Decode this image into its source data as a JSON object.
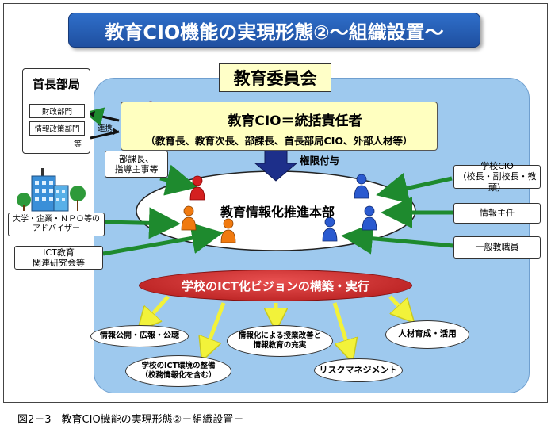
{
  "title": "教育CIO機能の実現形態②～組織設置～",
  "board": {
    "title": "教育委員会"
  },
  "cio": {
    "main": "教育CIO＝統括責任者",
    "sub": "（教育長、教育次長、部課長、首長部局CIO、外部人材等）"
  },
  "mayor": {
    "title": "首長部局",
    "dept1": "財政部門",
    "dept2": "情報政策部門",
    "etc": "等",
    "link": "連携"
  },
  "authority": "権限付与",
  "center": {
    "label": "教育情報化推進本部"
  },
  "left_labels": {
    "managers": "部課長、\n指導主事等",
    "advisors": "大学・企業・ＮＰＯ等の\nアドバイザー",
    "ict_research": "ICT教育\n関連研究会等"
  },
  "right_labels": {
    "school_cio": "学校CIO\n（校長・副校長・教頭）",
    "info_chief": "情報主任",
    "staff": "一般教職員"
  },
  "vision": "学校のICT化ビジョンの構築・実行",
  "outcomes": {
    "pr": "情報公開・広報・公聴",
    "lessons": "情報化による授業改善と\n情報教育の充実",
    "hr": "人材育成・活用",
    "env": "学校のICT環境の整備\n（校務情報化を含む）",
    "risk": "リスクマネジメント"
  },
  "caption": "図2－3　教育CIO機能の実現形態②－組織設置－",
  "colors": {
    "title_bg": "#1f4fa0",
    "board_bg": "#9ec9ee",
    "arrow_green": "#1e8a2e",
    "arrow_yellow": "#f2f23a",
    "person_red": "#d42020",
    "person_orange": "#f07a10",
    "person_blue": "#2a5ad0",
    "vision_red": "#c41f1f"
  }
}
